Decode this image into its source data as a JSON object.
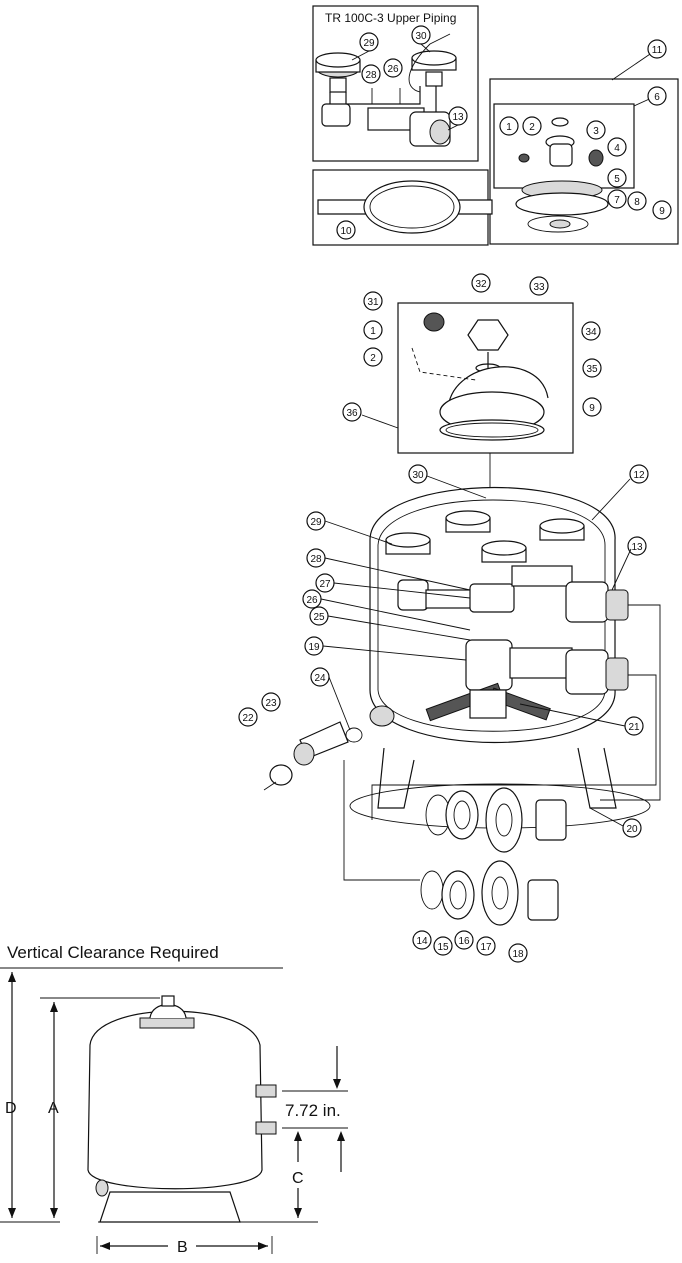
{
  "upper_piping_title": "TR 100C-3 Upper Piping",
  "clearance_title": "Vertical Clearance Required",
  "dimensions": {
    "A": "A",
    "B": "B",
    "C": "C",
    "D": "D",
    "spacing": "7.72 in."
  },
  "callouts": {
    "c1": "1",
    "c2": "2",
    "c3": "3",
    "c4": "4",
    "c5": "5",
    "c6": "6",
    "c7": "7",
    "c8": "8",
    "c9": "9",
    "c10": "10",
    "c11": "11",
    "c12": "12",
    "c13": "13",
    "c14": "14",
    "c15": "15",
    "c16": "16",
    "c17": "17",
    "c18": "18",
    "c19": "19",
    "c20": "20",
    "c21": "21",
    "c22": "22",
    "c23": "23",
    "c24": "24",
    "c25": "25",
    "c26": "26",
    "c27": "27",
    "c28": "28",
    "c29": "29",
    "c30": "30",
    "c31": "31",
    "c32": "32",
    "c33": "33",
    "c34": "34",
    "c35": "35",
    "c36": "36"
  }
}
